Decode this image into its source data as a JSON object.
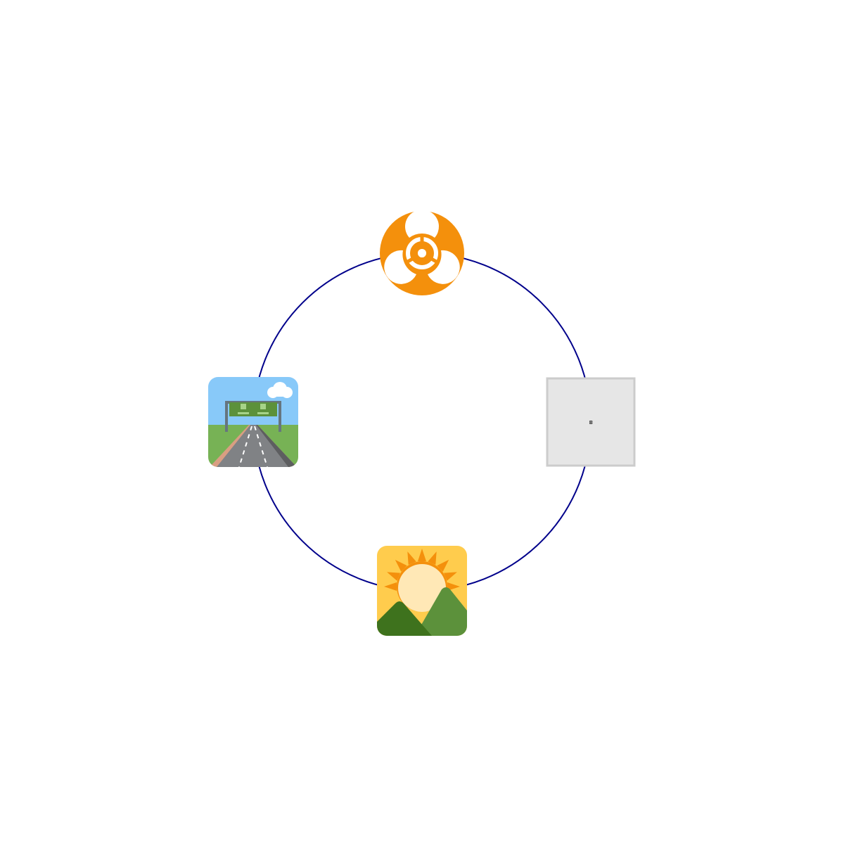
{
  "diagram": {
    "type": "cycle",
    "ring_color": "#00008b",
    "nodes": [
      {
        "name": "biohazard-icon",
        "label": "",
        "kind": "biohazard",
        "color": "#f4900c"
      },
      {
        "name": "missing-image-placeholder",
        "label": "",
        "kind": "placeholder",
        "glyph": "⊠",
        "fill": "#e6e6e6",
        "border": "#cccccc"
      },
      {
        "name": "sunrise-over-mountains-icon",
        "label": "",
        "kind": "sunrise"
      },
      {
        "name": "motorway-icon",
        "label": "",
        "kind": "motorway"
      }
    ]
  }
}
